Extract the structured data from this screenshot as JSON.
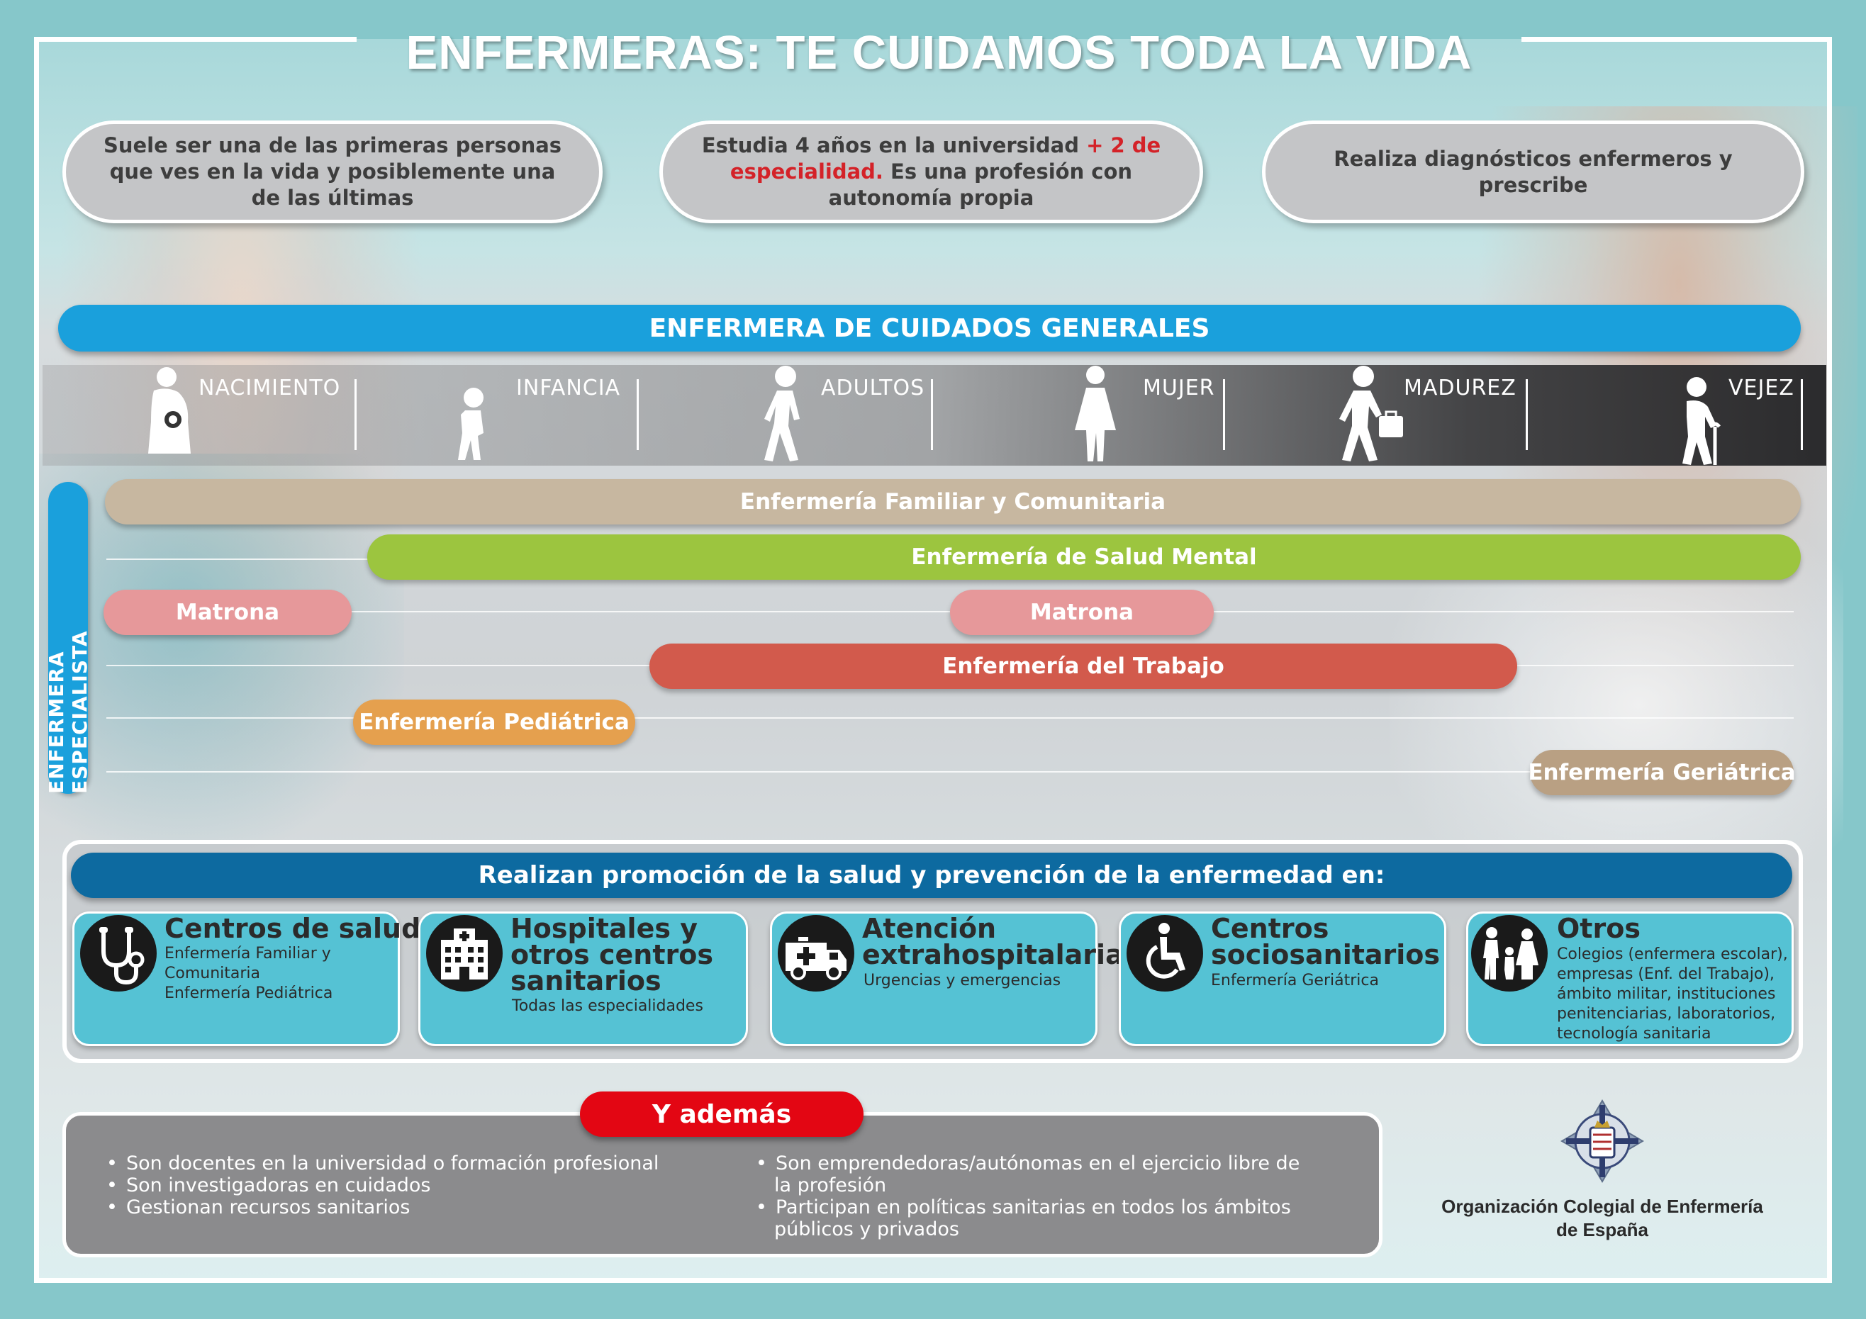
{
  "title": "ENFERMERAS: TE CUIDAMOS TODA LA VIDA",
  "pills": [
    {
      "text": "Suele ser una de las primeras personas que ves en la vida y posiblemente una de las últimas"
    },
    {
      "text_before": "Estudia 4 años en la universidad ",
      "text_highlight": "+ 2 de especialidad.",
      "text_after": " Es una profesión con autonomía propia"
    },
    {
      "text": "Realiza diagnósticos enfermeros y prescribe"
    }
  ],
  "general_bar": "ENFERMERA DE CUIDADOS GENERALES",
  "life_stages": [
    "NACIMIENTO",
    "INFANCIA",
    "ADULTOS",
    "MUJER",
    "MADUREZ",
    "VEJEZ"
  ],
  "specialist_label": "ENFERMERA ESPECIALISTA",
  "specialties": [
    {
      "label": "Enfermería Familiar y Comunitaria",
      "color": "#c7b7a0"
    },
    {
      "label": "Enfermería de Salud Mental",
      "color": "#9cc53f"
    },
    {
      "label": "Matrona",
      "color": "#e6989a"
    },
    {
      "label": "Matrona",
      "color": "#e6989a"
    },
    {
      "label": "Enfermería del Trabajo",
      "color": "#d25a4c"
    },
    {
      "label": "Enfermería Pediátrica",
      "color": "#e5a04e"
    },
    {
      "label": "Enfermería Geriátrica",
      "color": "#b9a083"
    }
  ],
  "promotion_title": "Realizan promoción de la salud y prevención de la enfermedad en:",
  "places": [
    {
      "icon": "stethoscope-icon",
      "title": [
        "Centros de salud"
      ],
      "sub": [
        "Enfermería Familiar y",
        "Comunitaria",
        "Enfermería Pediátrica"
      ]
    },
    {
      "icon": "hospital-icon",
      "title": [
        "Hospitales y",
        "otros centros",
        "sanitarios"
      ],
      "sub": [
        "Todas las especialidades"
      ]
    },
    {
      "icon": "ambulance-icon",
      "title": [
        "Atención",
        "extrahospitalaria"
      ],
      "sub": [
        "Urgencias y emergencias"
      ]
    },
    {
      "icon": "wheelchair-icon",
      "title": [
        "Centros",
        "sociosanitarios"
      ],
      "sub": [
        "Enfermería Geriátrica"
      ]
    },
    {
      "icon": "family-icon",
      "title": [
        "Otros"
      ],
      "sub": [
        "Colegios (enfermera escolar),",
        "empresas (Enf. del Trabajo),",
        "ámbito militar, instituciones",
        "penitenciarias, laboratorios,",
        "tecnología sanitaria"
      ]
    }
  ],
  "extra_tag": "Y además",
  "extras_left": [
    "Son docentes en la universidad o formación profesional",
    "Son investigadoras en cuidados",
    "Gestionan recursos sanitarios"
  ],
  "extras_right": [
    [
      "Son emprendedoras/autónomas en el ejercicio libre de",
      "la profesión"
    ],
    [
      "Participan en políticas sanitarias en todos los ámbitos",
      "públicos y privados"
    ]
  ],
  "organization": [
    "Organización Colegial de Enfermería",
    "de España"
  ],
  "colors": {
    "blue": "#1aa0dc",
    "dark_blue": "#0d6aa0",
    "card": "#55c2d4",
    "red": "#e30613",
    "highlight_red": "#d42228"
  }
}
